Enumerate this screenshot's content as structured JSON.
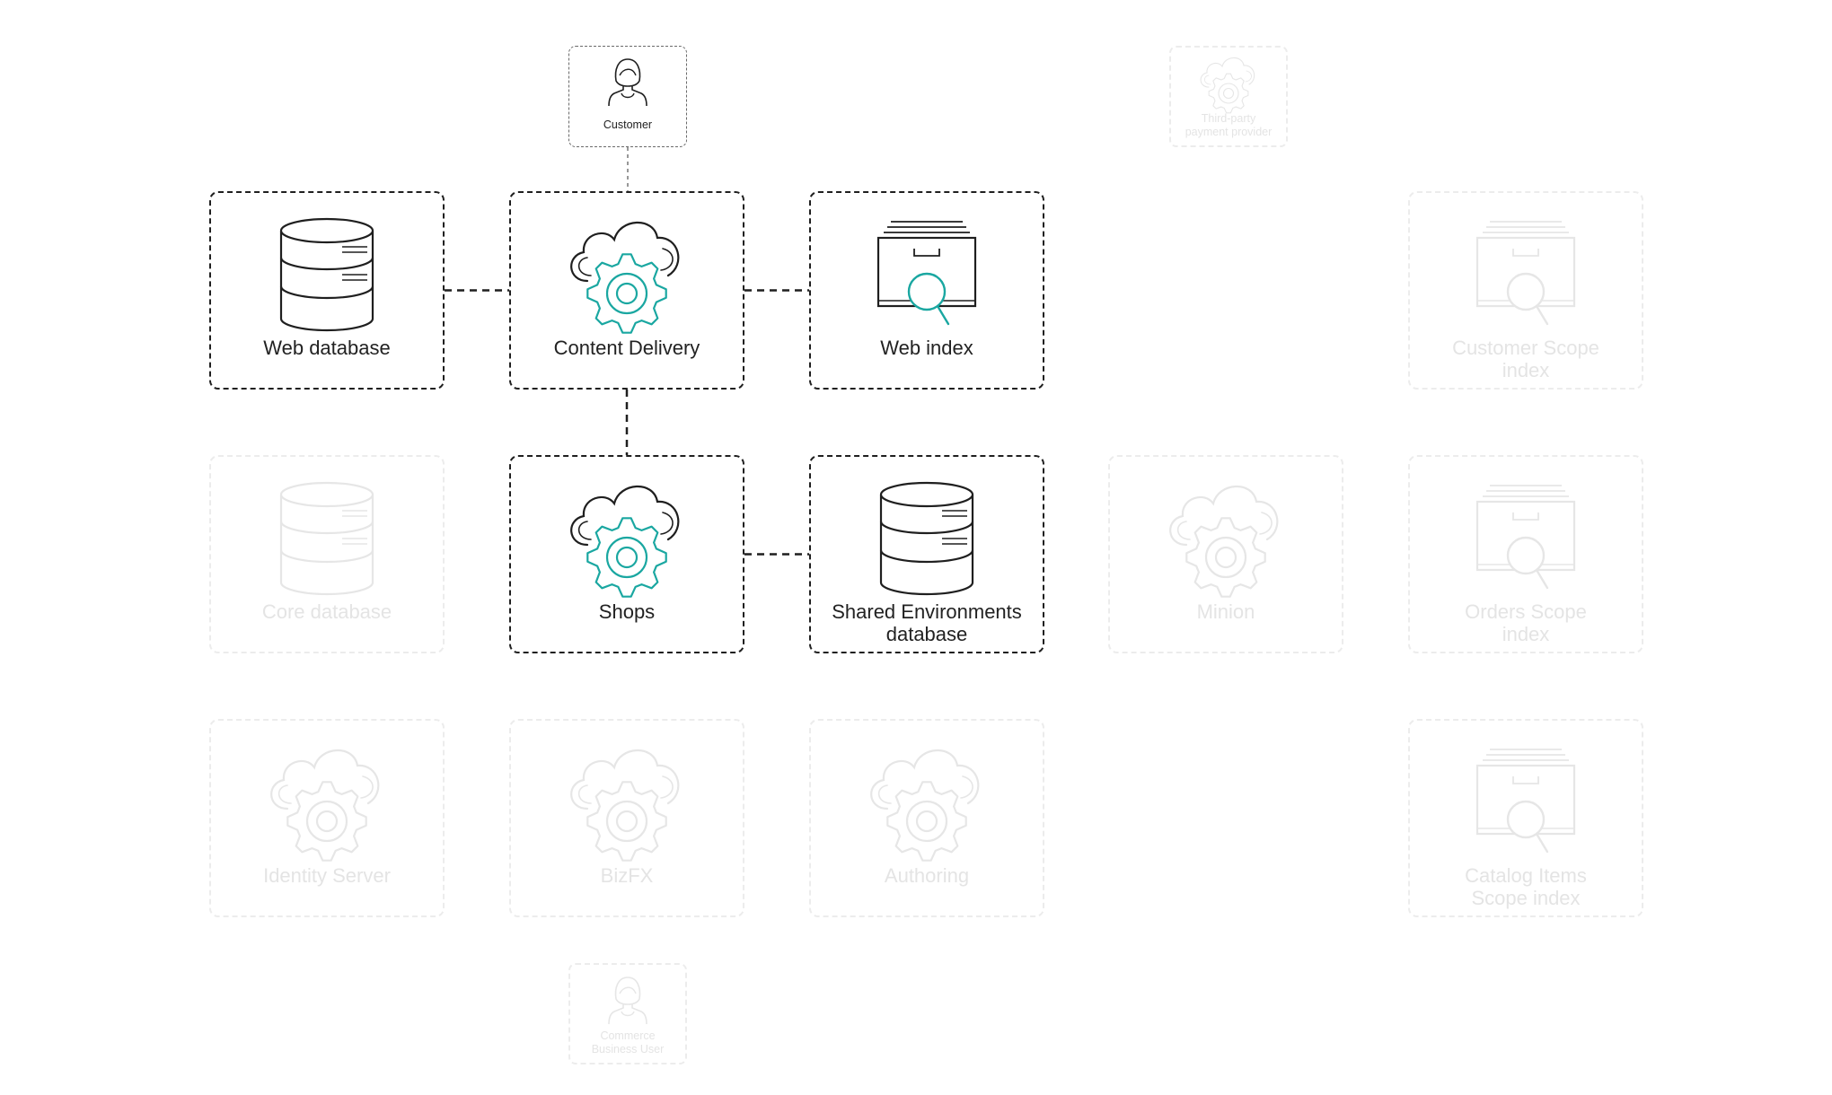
{
  "colors": {
    "line": "#1f1f1f",
    "accent": "#1aa7a1",
    "faded": "#e6e6e6",
    "background": "#ffffff"
  },
  "nodes": {
    "customer": {
      "label": "Customer",
      "icon": "person-icon",
      "state": "active"
    },
    "third_party": {
      "label": "Third-party\npayment provider",
      "icon": "cloud-gear-icon",
      "state": "faded"
    },
    "web_database": {
      "label": "Web database",
      "icon": "database-icon",
      "state": "active"
    },
    "content_delivery": {
      "label": "Content Delivery",
      "icon": "cloud-gear-icon",
      "state": "active"
    },
    "web_index": {
      "label": "Web index",
      "icon": "index-search-icon",
      "state": "active"
    },
    "customer_scope_index": {
      "label": "Customer Scope\nindex",
      "icon": "index-search-icon",
      "state": "faded"
    },
    "core_database": {
      "label": "Core database",
      "icon": "database-icon",
      "state": "faded"
    },
    "shops": {
      "label": "Shops",
      "icon": "cloud-gear-icon",
      "state": "active"
    },
    "shared_environments_database": {
      "label": "Shared Environments\ndatabase",
      "icon": "database-icon",
      "state": "active"
    },
    "minion": {
      "label": "Minion",
      "icon": "cloud-gear-icon",
      "state": "faded"
    },
    "orders_scope_index": {
      "label": "Orders Scope\nindex",
      "icon": "index-search-icon",
      "state": "faded"
    },
    "identity_server": {
      "label": "Identity Server",
      "icon": "cloud-gear-icon",
      "state": "faded"
    },
    "bizfx": {
      "label": "BizFX",
      "icon": "cloud-gear-icon",
      "state": "faded"
    },
    "authoring": {
      "label": "Authoring",
      "icon": "cloud-gear-icon",
      "state": "faded"
    },
    "catalog_items_scope_index": {
      "label": "Catalog Items\nScope index",
      "icon": "index-search-icon",
      "state": "faded"
    },
    "commerce_business_user": {
      "label": "Commerce\nBusiness User",
      "icon": "person-icon",
      "state": "faded"
    }
  },
  "connections": [
    [
      "customer",
      "content_delivery"
    ],
    [
      "web_database",
      "content_delivery"
    ],
    [
      "content_delivery",
      "web_index"
    ],
    [
      "content_delivery",
      "shops"
    ],
    [
      "shops",
      "shared_environments_database"
    ]
  ]
}
